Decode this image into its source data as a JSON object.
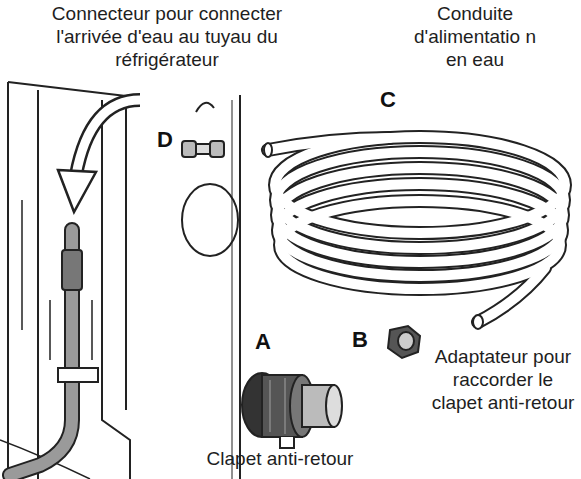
{
  "diagram": {
    "labels": [
      "Connecteur pour connecter l'arrivée d'eau au tuyau du réfrigérateur",
      "Conduite d'alimentatio n en eau",
      "C",
      "D",
      "A",
      "B",
      "Adaptateur pour raccorder le clapet anti-retour",
      "Clapet anti-retour"
    ]
  }
}
